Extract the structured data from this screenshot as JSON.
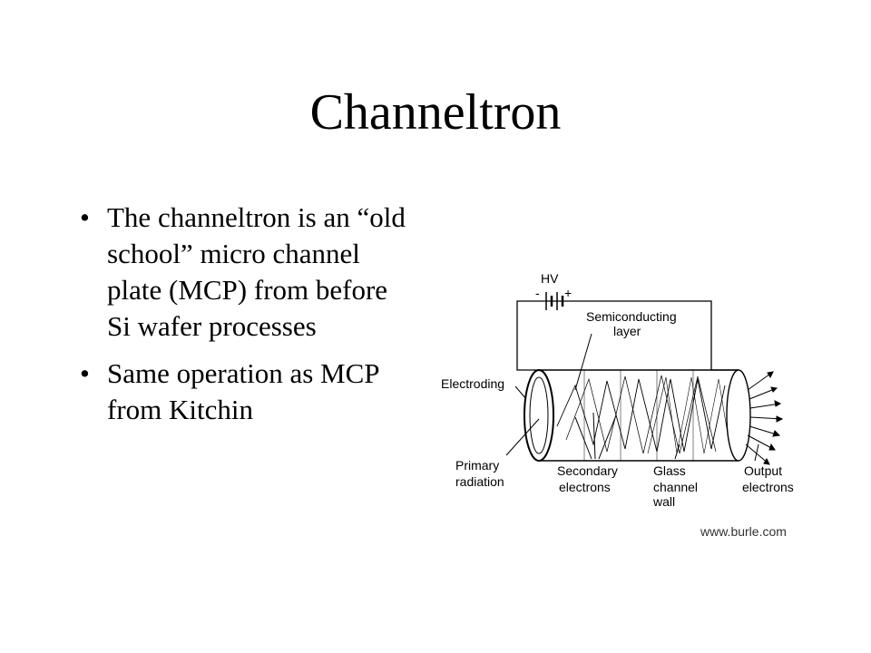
{
  "slide": {
    "title": "Channeltron",
    "bullets": [
      "The channeltron is an “old school” micro channel plate (MCP) from before Si wafer processes",
      "Same operation as MCP from Kitchin"
    ],
    "bullet_glyph": "•"
  },
  "diagram": {
    "labels": {
      "hv": "HV",
      "minus": "-",
      "plus": "+",
      "semiconducting": "Semiconducting",
      "layer": "layer",
      "electroding": "Electroding",
      "primary": "Primary",
      "radiation": "radiation",
      "secondary": "Secondary",
      "electrons": "electrons",
      "glass": "Glass",
      "channel": "channel",
      "wall": "wall",
      "output": "Output",
      "output_electrons": "electrons"
    }
  },
  "source_credit": "www.burle.com"
}
